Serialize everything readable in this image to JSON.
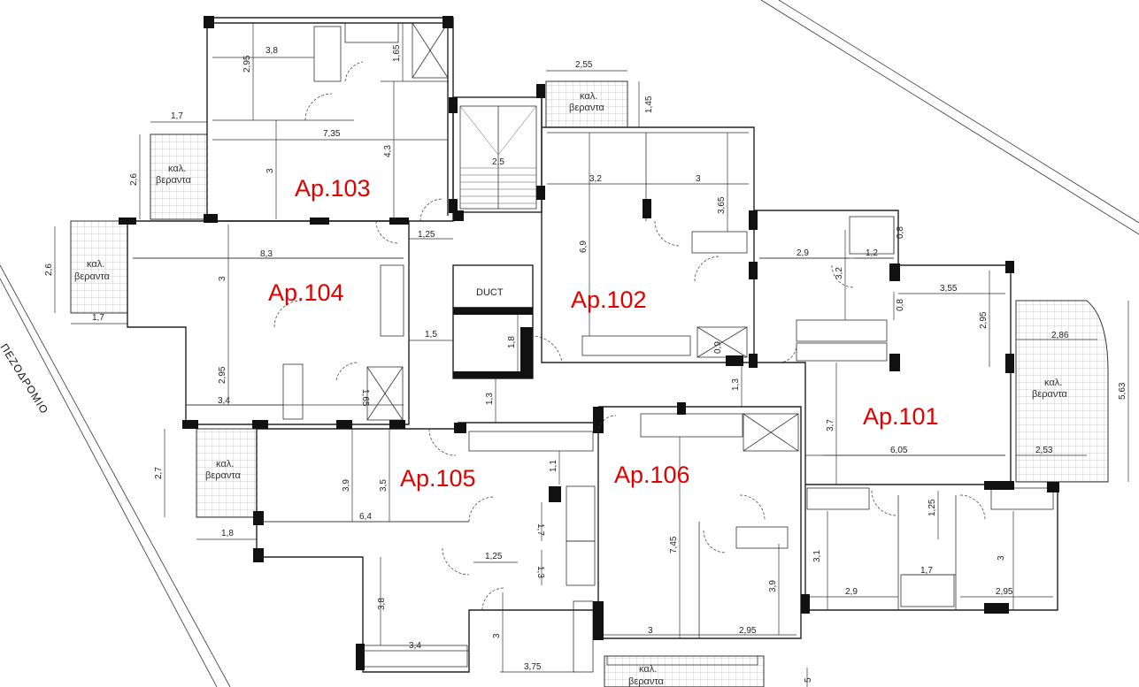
{
  "apartments": [
    {
      "label": "Ap.103"
    },
    {
      "label": "Ap.104"
    },
    {
      "label": "Ap.102"
    },
    {
      "label": "Ap.101"
    },
    {
      "label": "Ap.105"
    },
    {
      "label": "Ap.106"
    }
  ],
  "balcony": {
    "line1": "καλ.",
    "line2": "βεραντα"
  },
  "road_label": "ΠΕΖΟΔΡΟΜΙΟ",
  "duct_label": "DUCT",
  "dimensions": [
    "3,8",
    "2,95",
    "1,65",
    "7,35",
    "4,3",
    "3",
    "1,7",
    "2,6",
    "2,55",
    "1,45",
    "2,5",
    "3,2",
    "3",
    "3,65",
    "6,9",
    "8,3",
    "3",
    "2,6",
    "1,7",
    "1,25",
    "1,5",
    "1,8",
    "2,95",
    "3,4",
    "1,65",
    "2,9",
    "1,2",
    "0,8",
    "3,2",
    "0,8",
    "3,55",
    "2,95",
    "2,86",
    "5,63",
    "3,7",
    "6,05",
    "2,53",
    "1,3",
    "0,9",
    "1,3",
    "2,7",
    "3,9",
    "3,5",
    "6,4",
    "1,8",
    "1,1",
    "1,7",
    "1,25",
    "1,3",
    "7,45",
    "1,25",
    "1,7",
    "3,1",
    "3",
    "2,9",
    "2,95",
    "3,8",
    "3,4",
    "3,75",
    "3",
    "3",
    "2,95",
    "3,9",
    "5"
  ]
}
